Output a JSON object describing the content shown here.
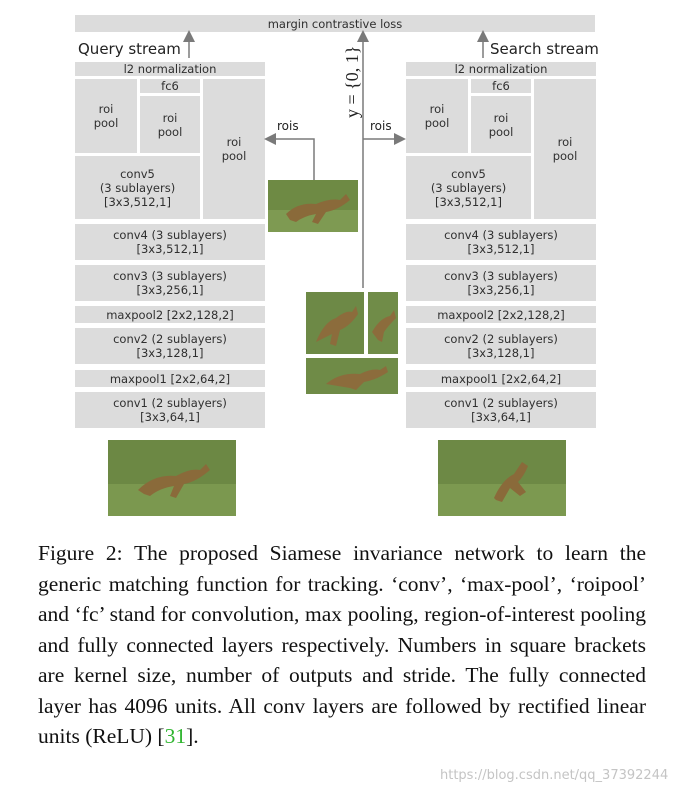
{
  "diagram": {
    "top_loss": "margin contrastive loss",
    "query_stream": "Query stream",
    "search_stream": "Search stream",
    "y_label": "y = {0, 1}",
    "rois_left": "rois",
    "rois_right": "rois",
    "left": {
      "l2": "l2 normalization",
      "fc6": "fc6",
      "roipool_a": "roi\npool",
      "roipool_b": "roi\npool",
      "roipool_c": "roi\npool",
      "conv5": "conv5\n(3 sublayers)\n[3x3,512,1]",
      "conv4": "conv4 (3 sublayers)\n[3x3,512,1]",
      "conv3": "conv3 (3 sublayers)\n[3x3,256,1]",
      "maxpool2": "maxpool2 [2x2,128,2]",
      "conv2": "conv2 (2 sublayers)\n[3x3,128,1]",
      "maxpool1": "maxpool1 [2x2,64,2]",
      "conv1": "conv1 (2 sublayers)\n[3x3,64,1]"
    },
    "right": {
      "l2": "l2 normalization",
      "fc6": "fc6",
      "roipool_a": "roi\npool",
      "roipool_b": "roi\npool",
      "roipool_c": "roi\npool",
      "conv5": "conv5\n(3 sublayers)\n[3x3,512,1]",
      "conv4": "conv4 (3 sublayers)\n[3x3,512,1]",
      "conv3": "conv3 (3 sublayers)\n[3x3,256,1]",
      "maxpool2": "maxpool2 [2x2,128,2]",
      "conv2": "conv2 (2 sublayers)\n[3x3,128,1]",
      "maxpool1": "maxpool1 [2x2,64,2]",
      "conv1": "conv1 (2 sublayers)\n[3x3,64,1]"
    }
  },
  "caption": {
    "prefix": "Figure 2: The proposed Siamese invariance network to learn the generic matching function for tracking. ‘conv’, ‘max-pool’, ‘roipool’ and ‘fc’ stand for convolution, max pooling, region-of-interest pooling and fully connected layers respectively. Numbers in square brackets are kernel size, number of outputs and stride. The fully connected layer has 4096 units. All conv layers are followed by rectified linear units (ReLU) [",
    "citation": "31",
    "suffix": "]."
  },
  "watermark": "https://blog.csdn.net/qq_37392244",
  "colors": {
    "block": "#dcdcdc",
    "arrow": "#7a7a7a",
    "grass": "#6b8a3e",
    "citation": "#2fb52f"
  }
}
